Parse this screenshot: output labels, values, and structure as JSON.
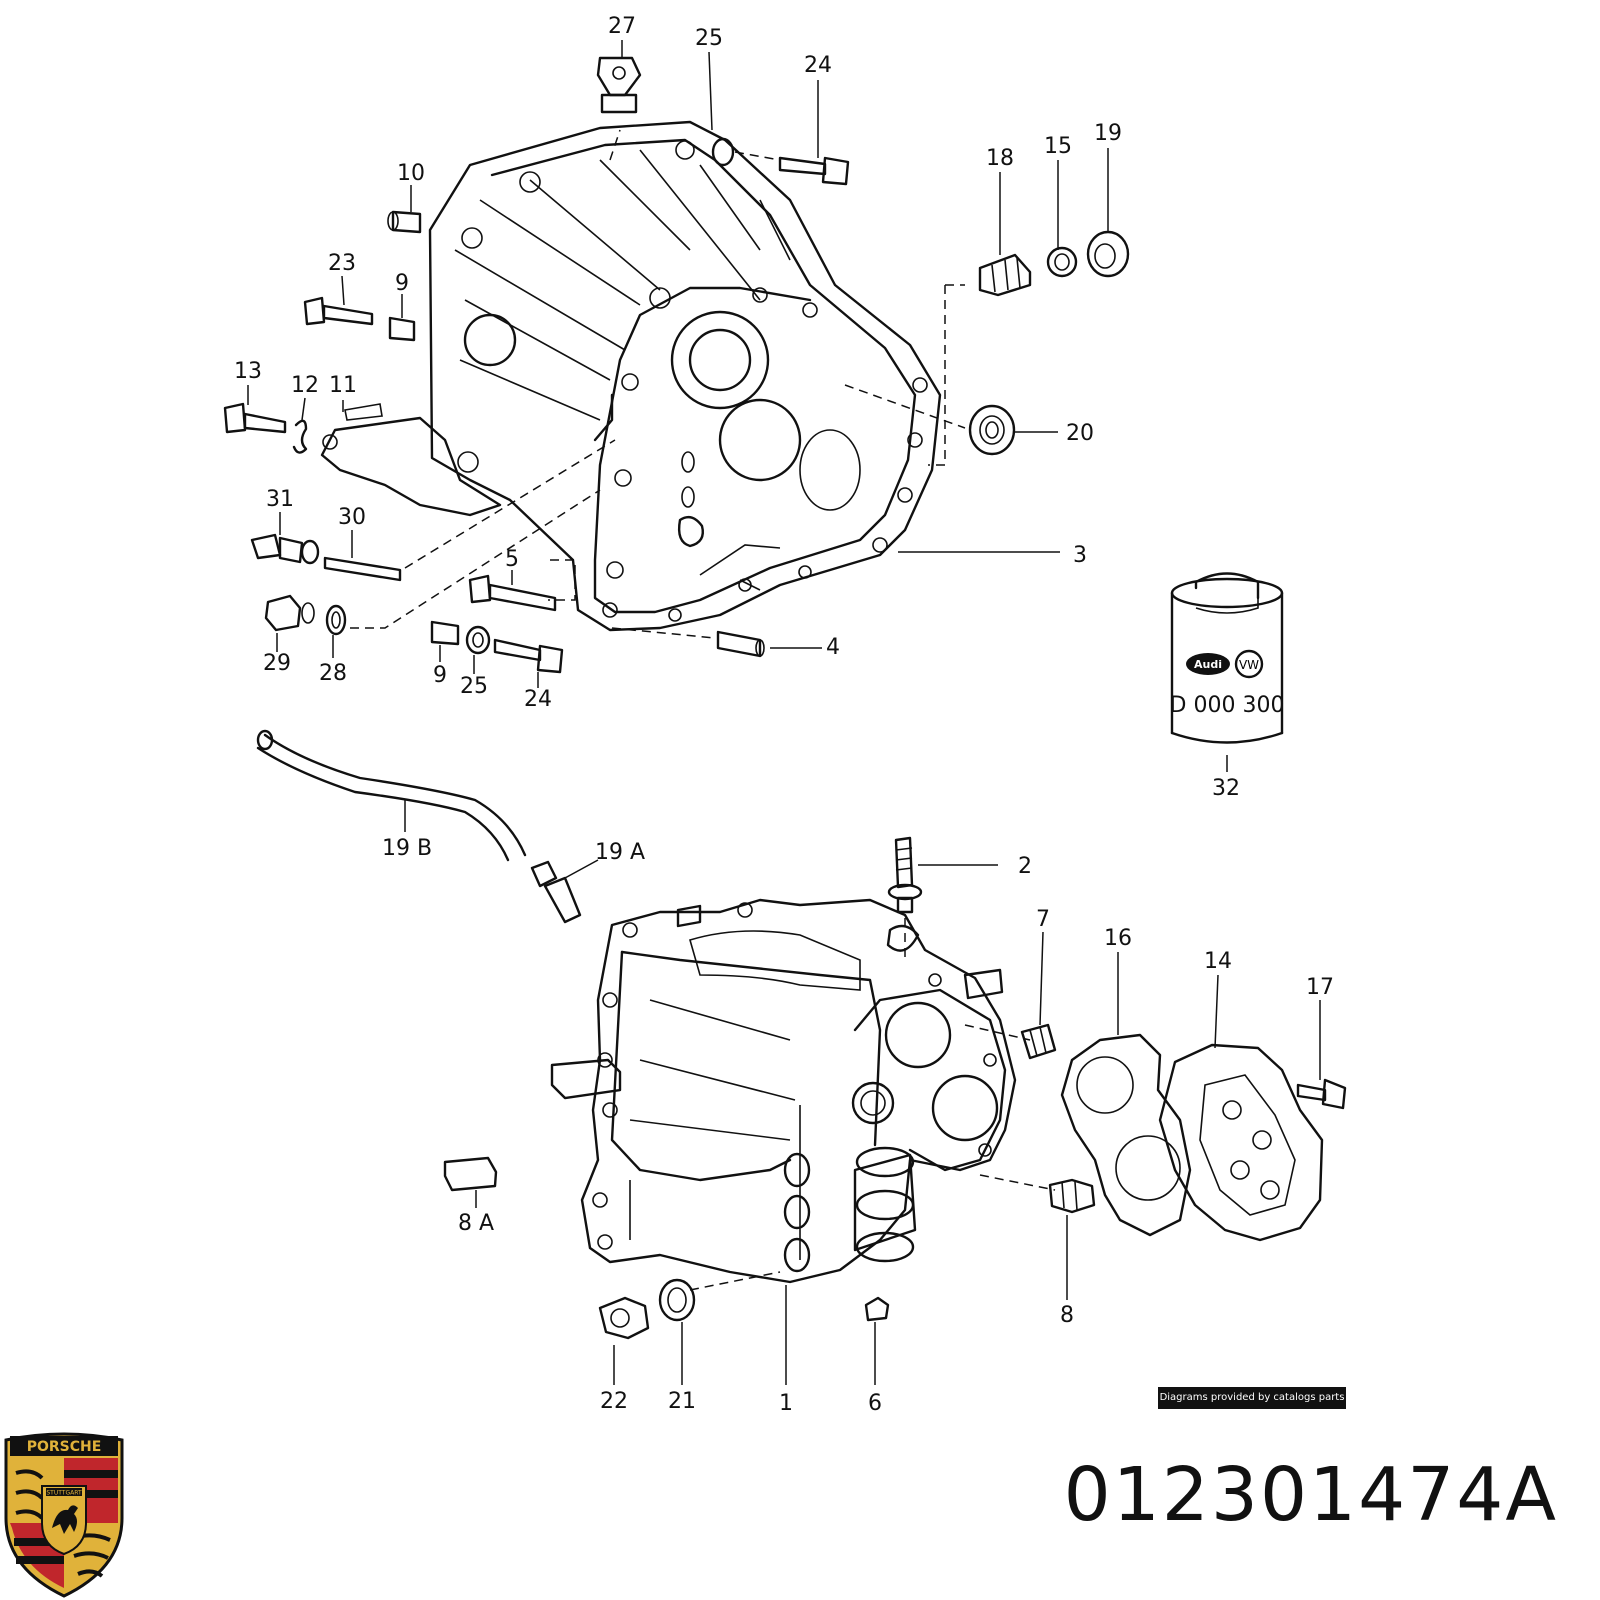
{
  "diagram": {
    "callouts": [
      {
        "id": "c27",
        "label": "27"
      },
      {
        "id": "c25a",
        "label": "25"
      },
      {
        "id": "c24a",
        "label": "24"
      },
      {
        "id": "c10",
        "label": "10"
      },
      {
        "id": "c23",
        "label": "23"
      },
      {
        "id": "c9a",
        "label": "9"
      },
      {
        "id": "c13",
        "label": "13"
      },
      {
        "id": "c12",
        "label": "12"
      },
      {
        "id": "c11",
        "label": "11"
      },
      {
        "id": "c31",
        "label": "31"
      },
      {
        "id": "c30",
        "label": "30"
      },
      {
        "id": "c5",
        "label": "5"
      },
      {
        "id": "c29",
        "label": "29"
      },
      {
        "id": "c28",
        "label": "28"
      },
      {
        "id": "c9b",
        "label": "9"
      },
      {
        "id": "c25b",
        "label": "25"
      },
      {
        "id": "c24b",
        "label": "24"
      },
      {
        "id": "c4",
        "label": "4"
      },
      {
        "id": "c3",
        "label": "3"
      },
      {
        "id": "c18",
        "label": "18"
      },
      {
        "id": "c15",
        "label": "15"
      },
      {
        "id": "c19",
        "label": "19"
      },
      {
        "id": "c20",
        "label": "20"
      },
      {
        "id": "c32",
        "label": "32"
      },
      {
        "id": "c19b",
        "label": "19 B"
      },
      {
        "id": "c19a",
        "label": "19 A"
      },
      {
        "id": "c2",
        "label": "2"
      },
      {
        "id": "c7",
        "label": "7"
      },
      {
        "id": "c16",
        "label": "16"
      },
      {
        "id": "c14",
        "label": "14"
      },
      {
        "id": "c17",
        "label": "17"
      },
      {
        "id": "c8a",
        "label": "8 A"
      },
      {
        "id": "c8",
        "label": "8"
      },
      {
        "id": "c22",
        "label": "22"
      },
      {
        "id": "c21",
        "label": "21"
      },
      {
        "id": "c1",
        "label": "1"
      },
      {
        "id": "c6",
        "label": "6"
      }
    ],
    "can_label": "D 000 300",
    "can_brands": [
      "Audi",
      "VW"
    ]
  },
  "credit": "Diagrams provided by catalogs parts",
  "part_number": "012301474A",
  "logo": {
    "name": "porsche-crest-icon",
    "text": "PORSCHE",
    "subtext": "STUTTGART",
    "colors": {
      "gold": "#e0b23a",
      "red": "#c0262c",
      "black": "#111111"
    }
  }
}
